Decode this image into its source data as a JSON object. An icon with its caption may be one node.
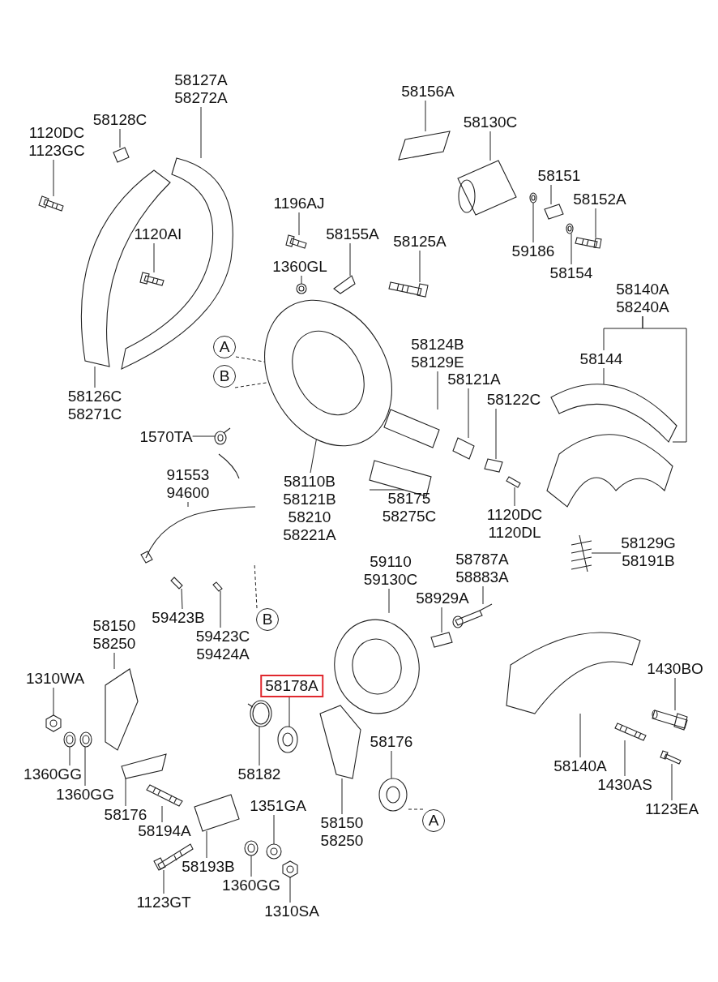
{
  "diagram": {
    "nodes": [
      {
        "text": [
          "58127A 58272A"
        ]
      },
      {
        "text": [
          "58128C"
        ]
      },
      {
        "text": [
          "1120DC 1123GC"
        ]
      },
      {
        "text": [
          "1120AI"
        ]
      },
      {
        "text": [
          "58126C 58271C"
        ]
      },
      {
        "text": [
          "1196AJ"
        ]
      },
      {
        "text": [
          "58155A"
        ]
      },
      {
        "text": [
          "1360GL"
        ]
      },
      {
        "text": [
          "58125A"
        ]
      },
      {
        "text": [
          "A"
        ]
      },
      {
        "text": [
          "B"
        ]
      },
      {
        "text": [
          "1570TA"
        ]
      },
      {
        "text": [
          "58156A"
        ]
      },
      {
        "text": [
          "58130C"
        ]
      },
      {
        "text": [
          "58151"
        ]
      },
      {
        "text": [
          "58152A"
        ]
      },
      {
        "text": [
          "59186"
        ]
      },
      {
        "text": [
          "58154"
        ]
      },
      {
        "text": [
          "58140A 58240A"
        ]
      },
      {
        "text": [
          "58144"
        ]
      },
      {
        "text": [
          "58124B 58129E"
        ]
      },
      {
        "text": [
          "58121A"
        ]
      },
      {
        "text": [
          "58122C"
        ]
      },
      {
        "text": [
          "58175 58275C"
        ]
      },
      {
        "text": [
          "1120DC 1120DL"
        ]
      },
      {
        "text": [
          "58110B 58121B 58210 58221A"
        ]
      },
      {
        "text": [
          "91553 94600"
        ]
      },
      {
        "text": [
          "58129G 58191B"
        ]
      },
      {
        "text": [
          "59110 59130C"
        ]
      },
      {
        "text": [
          "58787A 58883A"
        ]
      },
      {
        "text": [
          "58929A"
        ]
      },
      {
        "text": [
          "59423B"
        ]
      },
      {
        "text": [
          "B"
        ]
      },
      {
        "text": [
          "59423C 59424A"
        ]
      },
      {
        "text": [
          "58150 58250"
        ]
      },
      {
        "text": [
          "1310WA"
        ]
      },
      {
        "text": [
          "58178A"
        ]
      },
      {
        "text": [
          "1430BO"
        ]
      },
      {
        "text": [
          "1360GG"
        ]
      },
      {
        "text": [
          "1360GG"
        ]
      },
      {
        "text": [
          "58176"
        ]
      },
      {
        "text": [
          "58182"
        ]
      },
      {
        "text": [
          "58176"
        ]
      },
      {
        "text": [
          "A"
        ]
      },
      {
        "text": [
          "58150 58250"
        ]
      },
      {
        "text": [
          "58140A"
        ]
      },
      {
        "text": [
          "1430AS"
        ]
      },
      {
        "text": [
          "1123EA"
        ]
      },
      {
        "text": [
          "58194A"
        ]
      },
      {
        "text": [
          "1351GA"
        ]
      },
      {
        "text": [
          "58193B"
        ]
      },
      {
        "text": [
          "1360GG"
        ]
      },
      {
        "text": [
          "1123GT"
        ]
      },
      {
        "text": [
          "1310SA"
        ]
      },
      {
        "text": [],
        "shape": "picture"
      },
      {
        "text": [],
        "shape": "picture"
      },
      {
        "text": [],
        "shape": "picture"
      },
      {
        "text": [],
        "shape": "picture"
      },
      {
        "text": [],
        "shape": "picture"
      },
      {
        "text": [],
        "shape": "picture"
      },
      {
        "text": [],
        "shape": "picture"
      },
      {
        "text": [],
        "shape": "picture"
      },
      {
        "text": [],
        "shape": "picture"
      },
      {
        "text": [],
        "shape": "picture"
      },
      {
        "text": [],
        "shape": "picture"
      },
      {
        "text": [],
        "shape": "picture"
      },
      {
        "text": [],
        "shape": "picture"
      },
      {
        "text": [],
        "shape": "picture"
      },
      {
        "text": [],
        "shape": "picture"
      },
      {
        "text": [],
        "shape": "picture"
      },
      {
        "text": [],
        "shape": "picture"
      },
      {
        "text": [],
        "shape": "picture"
      },
      {
        "text": [],
        "shape": "picture"
      },
      {
        "text": [],
        "shape": "picture"
      },
      {
        "text": [],
        "shape": "picture"
      },
      {
        "text": [],
        "shape": "picture"
      },
      {
        "text": [],
        "shape": "picture"
      },
      {
        "text": [],
        "shape": "picture"
      },
      {
        "text": [],
        "shape": "picture"
      },
      {
        "text": [],
        "shape": "picture"
      },
      {
        "text": [],
        "shape": "picture"
      },
      {
        "text": [],
        "shape": "picture"
      },
      {
        "text": [],
        "shape": "picture"
      },
      {
        "text": [],
        "shape": "picture"
      },
      {
        "text": [],
        "shape": "picture"
      },
      {
        "text": [],
        "shape": "picture"
      },
      {
        "text": [],
        "shape": "picture"
      },
      {
        "text": [],
        "shape": "picture"
      },
      {
        "text": [],
        "shape": "picture"
      },
      {
        "text": [],
        "shape": "picture"
      },
      {
        "text": [],
        "shape": "picture"
      },
      {
        "text": [],
        "shape": "picture"
      },
      {
        "text": [],
        "shape": "picture"
      },
      {
        "text": [],
        "shape": "picture"
      },
      {
        "text": [],
        "shape": "picture"
      },
      {
        "text": [],
        "shape": "picture"
      },
      {
        "text": [],
        "shape": "picture"
      },
      {
        "text": [],
        "shape": "picture"
      },
      {
        "text": [],
        "shape": "picture"
      },
      {
        "text": [],
        "shape": "picture"
      },
      {
        "text": [],
        "shape": "picture"
      },
      {
        "text": [],
        "shape": "picture"
      },
      {
        "text": [],
        "shape": "picture"
      },
      {
        "text": [],
        "shape": "picture"
      }
    ],
    "edges": [
      {
        "from": 0,
        "to": 54,
        "arrow": "none"
      },
      {
        "from": 1,
        "to": 55,
        "arrow": "none"
      },
      {
        "from": 2,
        "to": 56,
        "arrow": "none"
      },
      {
        "from": 3,
        "to": 57,
        "arrow": "none"
      },
      {
        "from": 4,
        "to": 58,
        "arrow": "none"
      },
      {
        "from": 5,
        "to": 59,
        "arrow": "none"
      },
      {
        "from": 6,
        "to": 60,
        "arrow": "none"
      },
      {
        "from": 7,
        "to": 61,
        "arrow": "none"
      },
      {
        "from": 8,
        "to": 62,
        "arrow": "none"
      },
      {
        "from": 9,
        "to": 77,
        "arrow": "none",
        "style": "dashed"
      },
      {
        "from": 10,
        "to": 77,
        "arrow": "none",
        "style": "dashed"
      },
      {
        "from": 11,
        "to": 63,
        "arrow": "none"
      },
      {
        "from": 12,
        "to": 64,
        "arrow": "none"
      },
      {
        "from": 13,
        "to": 65,
        "arrow": "none"
      },
      {
        "from": 14,
        "to": 66,
        "arrow": "none"
      },
      {
        "from": 15,
        "to": 67,
        "arrow": "none"
      },
      {
        "from": 16,
        "to": 68,
        "arrow": "none"
      },
      {
        "from": 17,
        "to": 69,
        "arrow": "none"
      },
      {
        "from": 18,
        "to": 19,
        "arrow": "none"
      },
      {
        "from": 18,
        "to": 70,
        "arrow": "none"
      },
      {
        "from": 19,
        "to": 71,
        "arrow": "none"
      },
      {
        "from": 20,
        "to": 72,
        "arrow": "none"
      },
      {
        "from": 21,
        "to": 73,
        "arrow": "none"
      },
      {
        "from": 22,
        "to": 74,
        "arrow": "none"
      },
      {
        "from": 23,
        "to": 75,
        "arrow": "none"
      },
      {
        "from": 24,
        "to": 76,
        "arrow": "none"
      },
      {
        "from": 25,
        "to": 77,
        "arrow": "none"
      },
      {
        "from": 26,
        "to": 78,
        "arrow": "none"
      },
      {
        "from": 27,
        "to": 79,
        "arrow": "none"
      },
      {
        "from": 28,
        "to": 80,
        "arrow": "none"
      },
      {
        "from": 29,
        "to": 81,
        "arrow": "none"
      },
      {
        "from": 30,
        "to": 82,
        "arrow": "none"
      },
      {
        "from": 31,
        "to": 83,
        "arrow": "none"
      },
      {
        "from": 32,
        "to": 78,
        "arrow": "none",
        "style": "dashed"
      },
      {
        "from": 33,
        "to": 84,
        "arrow": "none"
      },
      {
        "from": 34,
        "to": 85,
        "arrow": "none"
      },
      {
        "from": 35,
        "to": 86,
        "arrow": "none"
      },
      {
        "from": 36,
        "to": 87,
        "arrow": "none"
      },
      {
        "from": 37,
        "to": 88,
        "arrow": "none"
      },
      {
        "from": 38,
        "to": 89,
        "arrow": "none"
      },
      {
        "from": 39,
        "to": 90,
        "arrow": "none"
      },
      {
        "from": 40,
        "to": 91,
        "arrow": "none"
      },
      {
        "from": 41,
        "to": 92,
        "arrow": "none"
      },
      {
        "from": 42,
        "to": 93,
        "arrow": "none"
      },
      {
        "from": 43,
        "to": 93,
        "arrow": "none",
        "style": "dashed"
      },
      {
        "from": 44,
        "to": 94,
        "arrow": "none"
      },
      {
        "from": 45,
        "to": 95,
        "arrow": "none"
      },
      {
        "from": 46,
        "to": 96,
        "arrow": "none"
      },
      {
        "from": 47,
        "to": 97,
        "arrow": "none"
      },
      {
        "from": 48,
        "to": 98,
        "arrow": "none"
      },
      {
        "from": 49,
        "to": 99,
        "arrow": "none"
      },
      {
        "from": 50,
        "to": 100,
        "arrow": "none"
      },
      {
        "from": 51,
        "to": 101,
        "arrow": "none"
      },
      {
        "from": 52,
        "to": 102,
        "arrow": "none"
      },
      {
        "from": 53,
        "to": 103,
        "arrow": "none"
      }
    ]
  }
}
